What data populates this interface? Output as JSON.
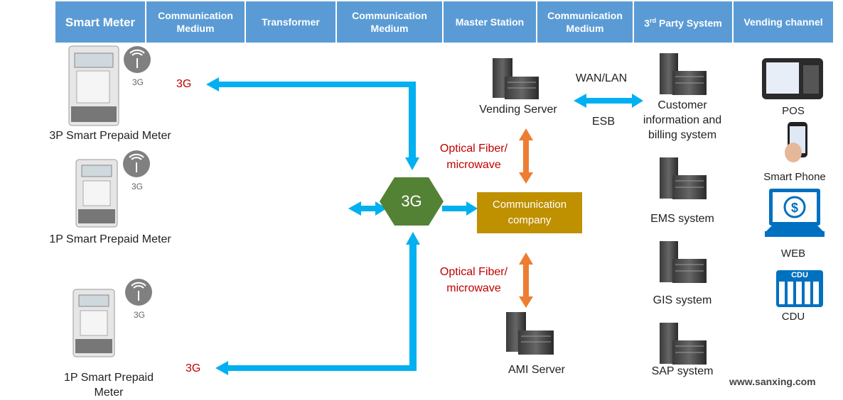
{
  "header": [
    "Smart Meter",
    "Communication Medium",
    "Transformer",
    "Communication Medium",
    "Master Station",
    "Communication Medium",
    "3rd Party System",
    "Vending channel"
  ],
  "meters": {
    "m1": "3P Smart Prepaid Meter",
    "m2": "1P Smart Prepaid Meter",
    "m3": "1P Smart Prepaid Meter",
    "badge": "3G"
  },
  "links": {
    "top": "3G",
    "bottom": "3G"
  },
  "hub": "3G",
  "comm_company": "Communication company",
  "fiber": "Optical Fiber/ microwave",
  "servers": {
    "vending": "Vending Server",
    "ami": "AMI Server"
  },
  "wan": "WAN/LAN",
  "esb": "ESB",
  "third_party": [
    "Customer information and billing system",
    "EMS system",
    "GIS system",
    "SAP system"
  ],
  "channels": [
    "POS",
    "Smart Phone",
    "WEB",
    "CDU"
  ],
  "cdu_icon_text": "CDU",
  "website": "www.sanxing.com",
  "colors": {
    "header": "#5b9bd5",
    "arrow": "#00b0f0",
    "orange_arrow": "#ed7d31",
    "hex": "#548235",
    "box": "#bf9000",
    "red": "#c00000"
  }
}
